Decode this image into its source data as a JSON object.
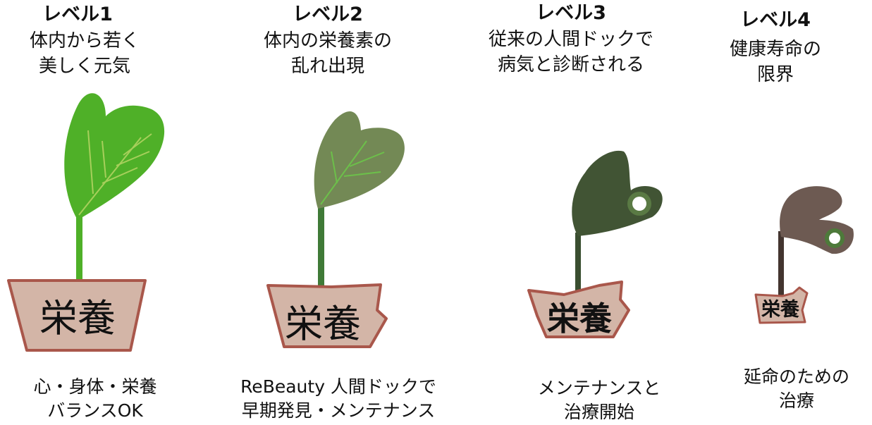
{
  "colors": {
    "stage1": {
      "leaf": "#4fb028",
      "stem": "#4fb028",
      "vein": "#a7cf5b"
    },
    "stage2": {
      "leaf": "#738955",
      "stem": "#3f7a37",
      "vein": "#6cc04a"
    },
    "stage3": {
      "leaf": "#415434",
      "stem": "#3a4e30",
      "spot": "#9fb884"
    },
    "stage4": {
      "leaf": "#6d5a52",
      "stem": "#43352f",
      "spot": "#6f9e5c"
    },
    "pot_fill": "#d3b5a7",
    "pot_stroke": "#a9574b"
  },
  "stages": [
    {
      "title": "レベル1",
      "desc": [
        "体内から若く",
        "美しく元気"
      ],
      "pot_label": "栄養",
      "note": [
        "心・身体・栄養",
        "バランスOK"
      ]
    },
    {
      "title": "レベル2",
      "desc": [
        "体内の栄養素の",
        "乱れ出現"
      ],
      "pot_label": "栄養",
      "note": [
        "ReBeauty 人間ドックで",
        "早期発見・メンテナンス"
      ]
    },
    {
      "title": "レベル3",
      "desc": [
        "従来の人間ドックで",
        "病気と診断される"
      ],
      "pot_label": "栄養",
      "note": [
        "メンテナンスと",
        "治療開始"
      ]
    },
    {
      "title": "レベル4",
      "desc": [
        "健康寿命の",
        "限界"
      ],
      "pot_label": "栄養",
      "note": [
        "延命のための",
        "治療"
      ]
    }
  ]
}
